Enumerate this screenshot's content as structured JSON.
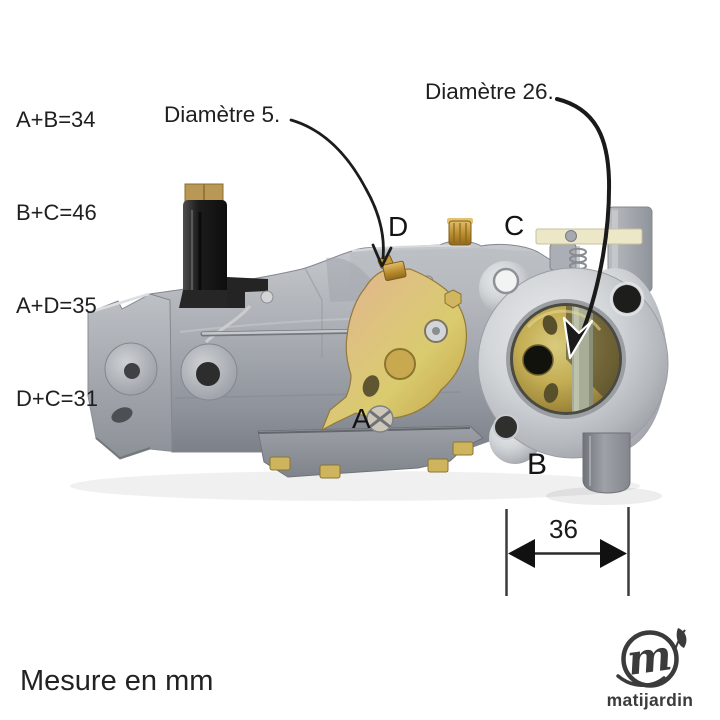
{
  "annotations": {
    "equations": [
      "A+B=34",
      "B+C=46",
      "A+D=35",
      "D+C=31"
    ],
    "callout_diameter_5": "Diamètre 5.",
    "callout_diameter_26": "Diamètre 26.",
    "marker_a": "A",
    "marker_b": "B",
    "marker_c": "C",
    "marker_d": "D",
    "dimension_value": "36",
    "unit_note": "Mesure en mm"
  },
  "logo": {
    "brand": "matijardin",
    "monogram": "m"
  },
  "icons": {
    "callout_arrow_5": "curved-arrow-down",
    "callout_arrow_26": "curved-arrow-down-outlined",
    "width_dimension": "double-headed-arrow",
    "logo_leaf": "leaf",
    "logo_ring": "circle-monogram"
  },
  "colors": {
    "background": "#ffffff",
    "annotation_ink": "#1c1c1c",
    "body_gray": "#a6aab0",
    "flange_silver": "#d3d6d9",
    "throttle_gold": "#bfa94e",
    "brass": "#c49a3c",
    "cam_zinc_gold": "#dcbd72",
    "logo_ink": "#3b3b3b"
  }
}
